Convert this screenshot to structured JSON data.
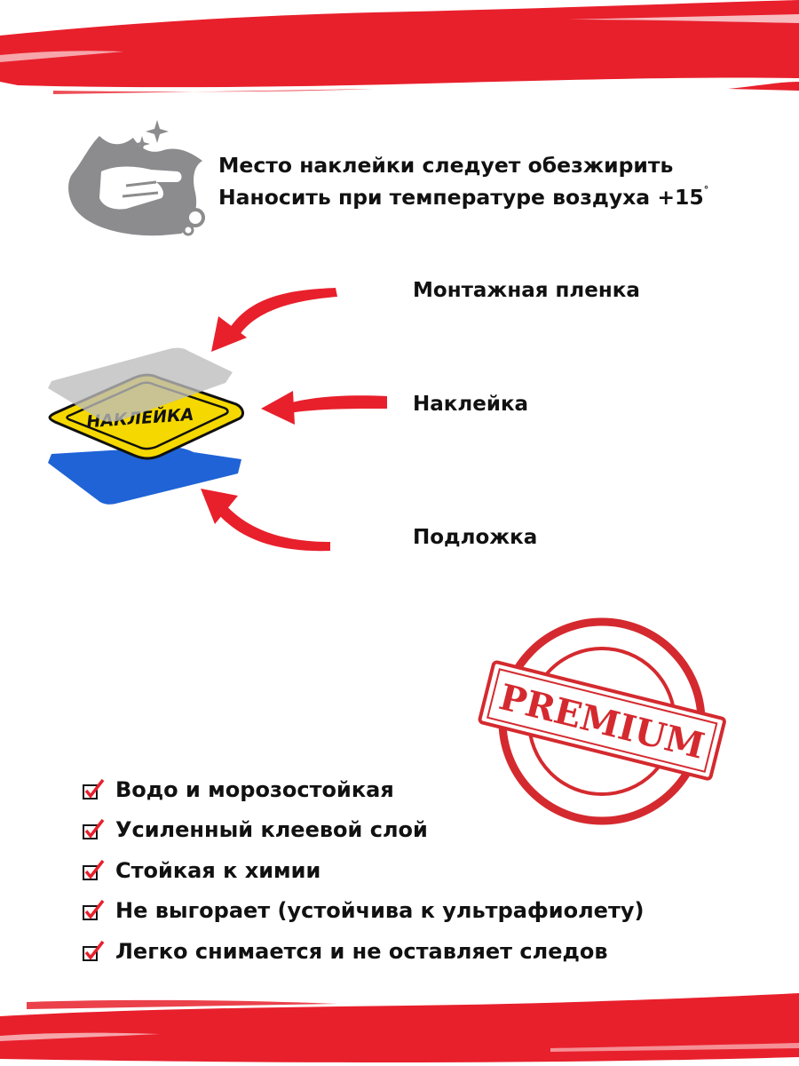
{
  "colors": {
    "accent_red": "#e8202c",
    "stamp_red": "#d42a2f",
    "yellow": "#f5d800",
    "blue": "#1f63d6",
    "gray": "#8c8c8e"
  },
  "icons": {
    "cleaning": "hand-wiping-cloth-icon",
    "check": "checkbox-checked-icon",
    "arrow": "curved-arrow-icon"
  },
  "instructions": {
    "line1": "Место наклейки следует обезжирить",
    "line2": "Наносить при температуре воздуха +15",
    "degree": "°"
  },
  "layers": {
    "sticker_text": "НАКЛЕЙКА",
    "film_label": "Монтажная пленка",
    "sticker_label": "Наклейка",
    "backing_label": "Подложка"
  },
  "stamp": {
    "text": "PREMIUM"
  },
  "features": [
    "Водо и морозостойкая",
    "Усиленный клеевой слой",
    "Стойкая к химии",
    "Не выгорает (устойчива к ультрафиолету)",
    "Легко снимается и не оставляет следов"
  ]
}
